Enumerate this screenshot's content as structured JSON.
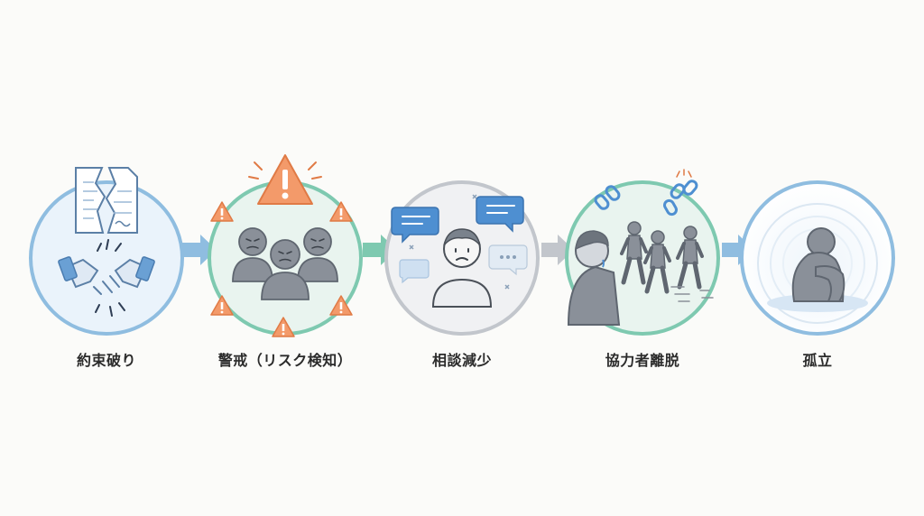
{
  "steps": [
    {
      "label": "約束破り",
      "icon": "broken-promise-icon",
      "ring_color": "#8fbde0"
    },
    {
      "label": "警戒（リスク検知）",
      "icon": "wary-group-icon",
      "ring_color": "#7ec9b0"
    },
    {
      "label": "相談減少",
      "icon": "fewer-consultations-icon",
      "ring_color": "#c2c6cc"
    },
    {
      "label": "協力者離脱",
      "icon": "allies-leaving-icon",
      "ring_color": "#7ec9b0"
    },
    {
      "label": "孤立",
      "icon": "isolated-person-icon",
      "ring_color": "#8fbde0"
    }
  ],
  "arrows": [
    {
      "color": "#8fbde0"
    },
    {
      "color": "#7ec9b0"
    },
    {
      "color": "#c2c6cc"
    },
    {
      "color": "#8fbde0"
    }
  ]
}
